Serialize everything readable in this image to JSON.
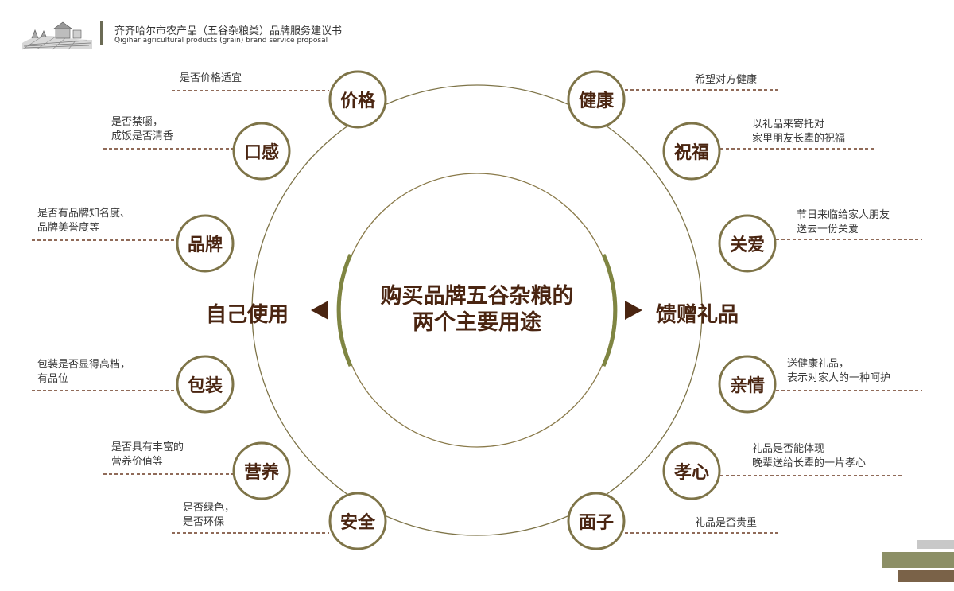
{
  "header": {
    "title": "齐齐哈尔市农产品（五谷杂粮类）品牌服务建议书",
    "subtitle": "Qigihar agricultural products (grain) brand service proposal"
  },
  "center": {
    "line1": "购买品牌五谷杂粮的",
    "line2": "两个主要用途"
  },
  "left_label": "自己使用",
  "right_label": "馈赠礼品",
  "left_items": [
    {
      "label": "价格",
      "desc": [
        "是否价格适宜"
      ]
    },
    {
      "label": "口感",
      "desc": [
        "是否禁嚼，",
        "成饭是否清香"
      ]
    },
    {
      "label": "品牌",
      "desc": [
        "是否有品牌知名度、",
        "品牌美誉度等"
      ]
    },
    {
      "label": "包装",
      "desc": [
        "包装是否显得高档，",
        "有品位"
      ]
    },
    {
      "label": "营养",
      "desc": [
        "是否具有丰富的",
        "营养价值等"
      ]
    },
    {
      "label": "安全",
      "desc": [
        "是否绿色，",
        "是否环保"
      ]
    }
  ],
  "right_items": [
    {
      "label": "健康",
      "desc": [
        "希望对方健康"
      ]
    },
    {
      "label": "祝福",
      "desc": [
        "以礼品来寄托对",
        "家里朋友长辈的祝福"
      ]
    },
    {
      "label": "关爱",
      "desc": [
        "节日来临给家人朋友",
        "送去一份关爱"
      ]
    },
    {
      "label": "亲情",
      "desc": [
        "送健康礼品，",
        "表示对家人的一种呵护"
      ]
    },
    {
      "label": "孝心",
      "desc": [
        "礼品是否能体现",
        "晚辈送给长辈的一片孝心"
      ]
    },
    {
      "label": "面子",
      "desc": [
        "礼品是否贵重"
      ]
    }
  ],
  "colors": {
    "primary_brown": "#4a2511",
    "olive": "#7f8542",
    "line": "#8a7a4a",
    "circle_border": "#7e7448",
    "dashes": "#6b3a22"
  }
}
